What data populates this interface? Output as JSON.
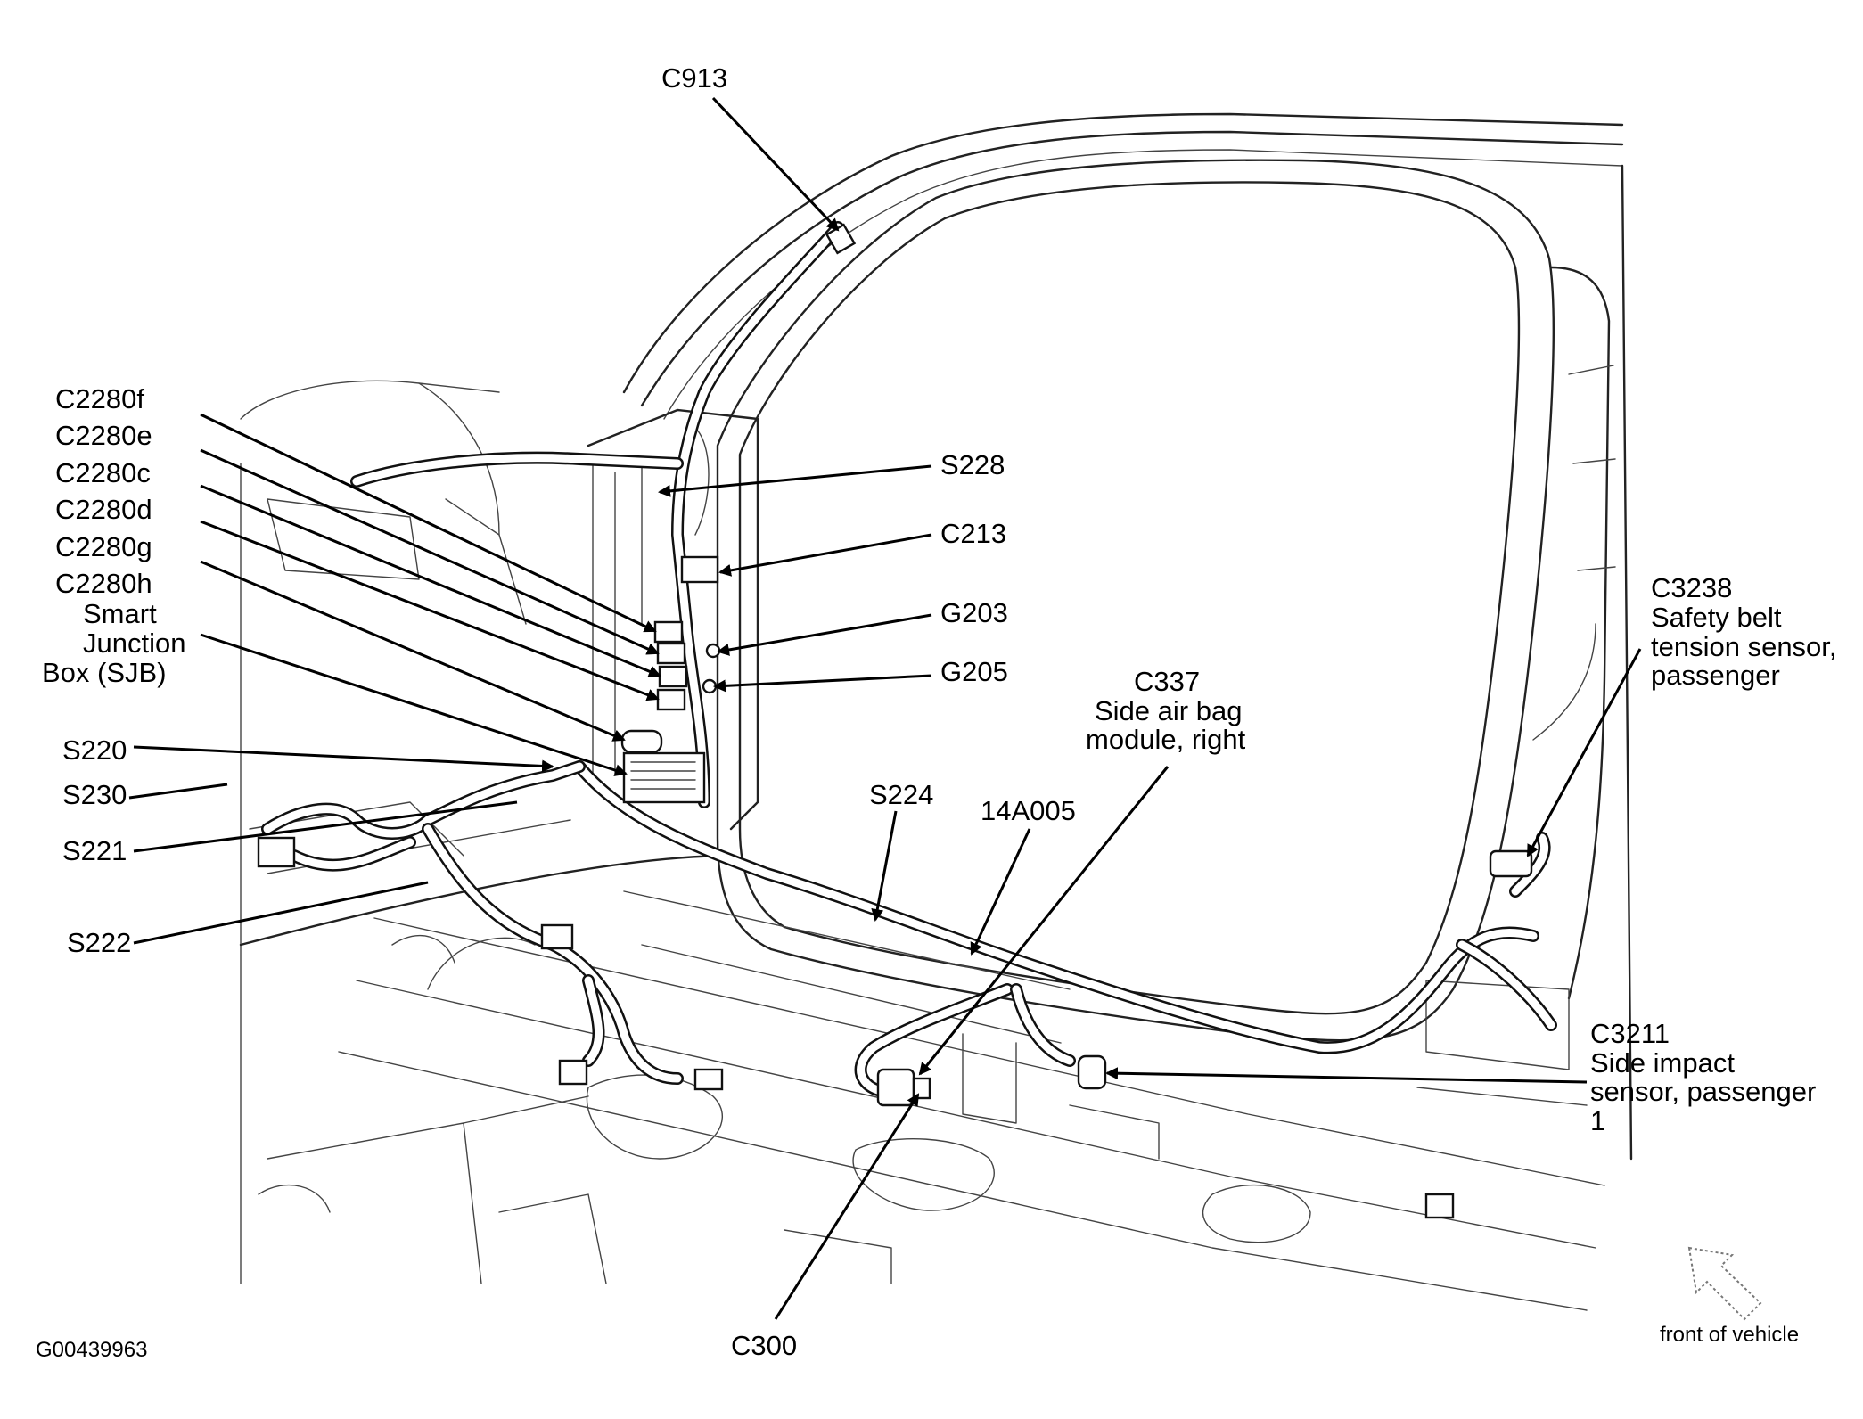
{
  "figure_id": "G00439963",
  "orientation_note": "front of vehicle",
  "icons": {
    "orientation_arrow": "front-of-vehicle-arrow-icon"
  },
  "callouts": {
    "c913": "C913",
    "c2280f": "C2280f",
    "c2280e": "C2280e",
    "c2280c": "C2280c",
    "c2280d": "C2280d",
    "c2280g": "C2280g",
    "c2280h": "C2280h",
    "sjb_line1": "Smart",
    "sjb_line2": "Junction",
    "sjb_line3": "Box (SJB)",
    "s220": "S220",
    "s230": "S230",
    "s221": "S221",
    "s222": "S222",
    "s228": "S228",
    "c213": "C213",
    "g203": "G203",
    "g205": "G205",
    "s224": "S224",
    "harness_14a005": "14A005",
    "c337_code": "C337",
    "c337_line1": "Side air bag",
    "c337_line2": "module, right",
    "c3238_code": "C3238",
    "c3238_line1": "Safety belt",
    "c3238_line2": "tension sensor,",
    "c3238_line3": "passenger",
    "c3211_code": "C3211",
    "c3211_line1": "Side impact",
    "c3211_line2": "sensor, passenger",
    "c3211_line3": "1",
    "c300": "C300"
  }
}
